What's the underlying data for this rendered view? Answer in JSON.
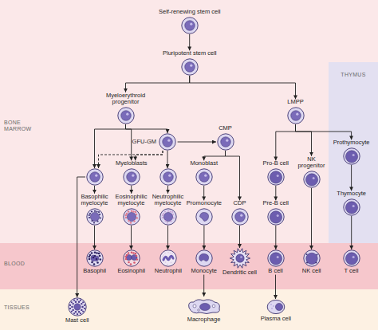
{
  "diagram": {
    "nodes": [
      {
        "text": [
          "BONE MARROW"
        ]
      },
      {
        "text": [
          "Self-renewing stem cell"
        ],
        "in": 0
      },
      {
        "text": [
          "Pluripotent stem cell"
        ],
        "in": 0
      },
      {
        "text": [
          "Myeloerythroid progenitor"
        ],
        "in": 0
      },
      {
        "text": [
          "LMPP"
        ],
        "in": 0
      },
      {
        "text": [
          "GFU-GM"
        ],
        "in": 0
      },
      {
        "text": [
          "CMP"
        ],
        "in": 0
      },
      {
        "text": [],
        "in": 0
      },
      {
        "text": [
          "Myeloblasts"
        ],
        "in": 0
      },
      {
        "text": [],
        "in": 0
      },
      {
        "text": [
          "Monoblast"
        ],
        "in": 0
      },
      {
        "text": [
          "Pro-B cell"
        ],
        "in": 0
      },
      {
        "text": [
          "NK progenitor"
        ],
        "in": 0
      },
      {
        "text": [
          "Basophilic myelocyte"
        ],
        "in": 0
      },
      {
        "text": [
          "Eosinophilic myelocyte"
        ],
        "in": 0
      },
      {
        "text": [
          "Neutrophilic myelocyte"
        ],
        "in": 0
      },
      {
        "text": [
          "Promonocyte"
        ],
        "in": 0
      },
      {
        "text": [
          "CDP"
        ],
        "in": 0
      },
      {
        "text": [
          "Pre-B cell"
        ],
        "in": 0
      },
      {
        "text": [
          "THYMUS"
        ]
      },
      {
        "text": [
          "Prothymocyte"
        ],
        "in": 19
      },
      {
        "text": [
          "Thymocyte"
        ],
        "in": 19
      },
      {
        "text": [
          "BLOOD"
        ]
      },
      {
        "text": [
          "Basophil"
        ],
        "in": 22
      },
      {
        "text": [
          "Eosinophil"
        ],
        "in": 22
      },
      {
        "text": [
          "Neutrophil"
        ],
        "in": 22
      },
      {
        "text": [
          "Monocyte"
        ],
        "in": 22
      },
      {
        "text": [
          "Dendritic cell"
        ],
        "in": 22
      },
      {
        "text": [
          "B cell"
        ],
        "in": 22
      },
      {
        "text": [
          "NK cell"
        ],
        "in": 22
      },
      {
        "text": [
          "T cell"
        ],
        "in": 22
      },
      {
        "text": [
          "TISSUES"
        ]
      },
      {
        "text": [
          "Mast cell"
        ],
        "in": 31
      },
      {
        "text": [
          "Macrophage"
        ],
        "in": 31
      },
      {
        "text": [
          "Plasma cell"
        ],
        "in": 31
      }
    ],
    "edges": [
      {
        "from": 1,
        "to": 2,
        "arrow": "to"
      },
      {
        "from": 2,
        "to": 3,
        "arrow": "to"
      },
      {
        "from": 2,
        "to": 4,
        "arrow": "to"
      },
      {
        "from": 3,
        "to": 7,
        "arrow": "to"
      },
      {
        "from": 3,
        "to": 8,
        "arrow": "to"
      },
      {
        "from": 3,
        "to": 5,
        "arrow": "to"
      },
      {
        "from": 5,
        "to": 7,
        "arrow": "to"
      },
      {
        "from": 5,
        "to": 8,
        "arrow": "to"
      },
      {
        "from": 5,
        "to": 9,
        "arrow": "to"
      },
      {
        "from": 5,
        "to": 6,
        "arrow": "to"
      },
      {
        "from": 6,
        "to": 10,
        "arrow": "to"
      },
      {
        "from": 6,
        "to": 17,
        "arrow": "to"
      },
      {
        "from": 4,
        "to": 11,
        "arrow": "to"
      },
      {
        "from": 4,
        "to": 12,
        "arrow": "to"
      },
      {
        "from": 4,
        "to": 20,
        "arrow": "to"
      },
      {
        "from": 7,
        "to": 13,
        "arrow": "to"
      },
      {
        "from": 7,
        "to": 32,
        "arrow": "to"
      },
      {
        "from": 8,
        "to": 14,
        "arrow": "to"
      },
      {
        "from": 9,
        "to": 15,
        "arrow": "to"
      },
      {
        "from": 10,
        "to": 16,
        "arrow": "to"
      },
      {
        "from": 16,
        "to": 26,
        "arrow": "to"
      },
      {
        "from": 26,
        "to": 33,
        "arrow": "to"
      },
      {
        "from": 17,
        "to": 27,
        "arrow": "to"
      },
      {
        "from": 11,
        "to": 18,
        "arrow": "to"
      },
      {
        "from": 18,
        "to": 28,
        "arrow": "to"
      },
      {
        "from": 28,
        "to": 34,
        "arrow": "to"
      },
      {
        "from": 12,
        "to": 29,
        "arrow": "to"
      },
      {
        "from": 20,
        "to": 21,
        "arrow": "to"
      },
      {
        "from": 21,
        "to": 30,
        "arrow": "to"
      },
      {
        "from": 13,
        "to": 23,
        "arrow": "to"
      },
      {
        "from": 14,
        "to": 24,
        "arrow": "to"
      },
      {
        "from": 15,
        "to": 25,
        "arrow": "to"
      }
    ]
  }
}
